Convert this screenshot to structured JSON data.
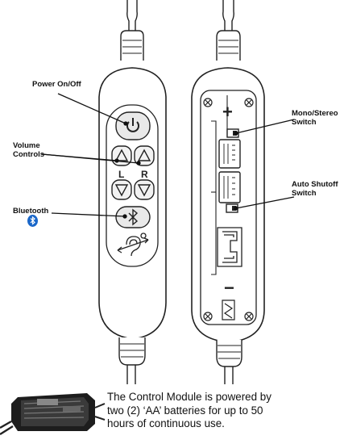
{
  "labels": {
    "power": "Power On/Off",
    "volume": "Volume\nControls",
    "bluetooth": "Bluetooth",
    "mono_stereo": "Mono/Stereo\nSwitch",
    "auto_shutoff": "Auto Shutoff\nSwitch"
  },
  "button_letters": {
    "left": "L",
    "right": "R"
  },
  "battery_polarity": {
    "plus": "+",
    "minus": "−"
  },
  "caption": "The Control Module is powered by\ntwo (2) ‘AA’ batteries for up to 50\nhours of continuous use.",
  "colors": {
    "bluetooth_badge": "#1a67c9",
    "line": "#222222",
    "fill": "#ffffff"
  },
  "icons": [
    "power-icon",
    "bluetooth-icon",
    "hearing-assist-icon",
    "screw-icon"
  ]
}
